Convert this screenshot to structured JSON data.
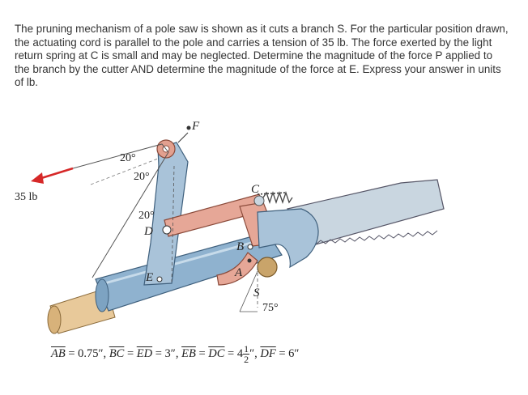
{
  "problem": {
    "text": "The pruning mechanism of a pole saw is shown as it cuts a branch S. For the particular position drawn, the actuating cord is parallel to the pole and carries a tension of 35 lb. The force exerted by the light return spring at C is small and may be neglected. Determine the magnitude of the force P applied to the branch by the cutter AND determine the magnitude of the force at E. Express your answer in units of lb."
  },
  "figure": {
    "labels": {
      "force": "35 lb",
      "F": "F",
      "C": "C",
      "D": "D",
      "B": "B",
      "E": "E",
      "A": "A",
      "S": "S",
      "angle1": "20°",
      "angle2": "20°",
      "angle3": "20°",
      "angle4": "75°"
    },
    "colors": {
      "pole": "#8fb2cf",
      "pole_dark": "#5f86a8",
      "link": "#e0a090",
      "link_dark": "#b06a58",
      "branch": "#e8c99a",
      "arrow": "#d62828",
      "blade": "#c9d6e0"
    }
  },
  "equation": {
    "ab": "AB",
    "ab_val": " = 0.75″, ",
    "bc": "BC",
    "eq1": " = ",
    "ed": "ED",
    "ed_val": " = 3″, ",
    "eb": "EB",
    "eq2": " = ",
    "dc": "DC",
    "dc_val_pre": " = 4",
    "frac_num": "1",
    "frac_den": "2",
    "dc_val_post": "″, ",
    "df": "DF",
    "df_val": " = 6″"
  }
}
